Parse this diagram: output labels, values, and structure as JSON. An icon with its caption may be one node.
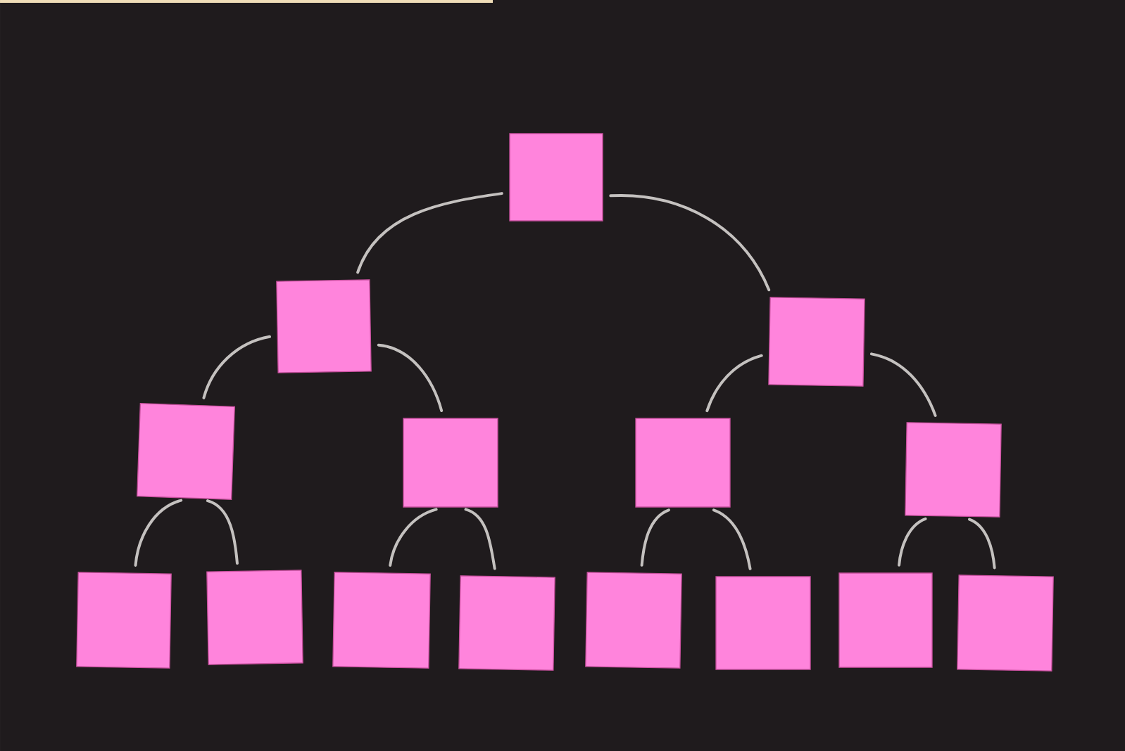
{
  "diagram": {
    "nodes": [
      {
        "text": [],
        "shape": "box"
      },
      {
        "text": [],
        "shape": "box"
      },
      {
        "text": [],
        "shape": "box"
      },
      {
        "text": [],
        "shape": "box"
      },
      {
        "text": [],
        "shape": "box"
      },
      {
        "text": [],
        "shape": "box"
      },
      {
        "text": [],
        "shape": "box"
      },
      {
        "text": [],
        "shape": "box"
      },
      {
        "text": [],
        "shape": "box"
      },
      {
        "text": [],
        "shape": "box"
      },
      {
        "text": [],
        "shape": "box"
      },
      {
        "text": [],
        "shape": "box"
      },
      {
        "text": [],
        "shape": "box"
      },
      {
        "text": [],
        "shape": "box"
      },
      {
        "text": [],
        "shape": "box"
      }
    ],
    "edges": [
      {
        "from": 0,
        "to": 1,
        "arrow": "none"
      },
      {
        "from": 0,
        "to": 2,
        "arrow": "none"
      },
      {
        "from": 1,
        "to": 3,
        "arrow": "none"
      },
      {
        "from": 1,
        "to": 4,
        "arrow": "none"
      },
      {
        "from": 2,
        "to": 5,
        "arrow": "none"
      },
      {
        "from": 2,
        "to": 6,
        "arrow": "none"
      },
      {
        "from": 3,
        "to": 7,
        "arrow": "none"
      },
      {
        "from": 3,
        "to": 8,
        "arrow": "none"
      },
      {
        "from": 4,
        "to": 9,
        "arrow": "none"
      },
      {
        "from": 4,
        "to": 10,
        "arrow": "none"
      },
      {
        "from": 5,
        "to": 11,
        "arrow": "none"
      },
      {
        "from": 5,
        "to": 12,
        "arrow": "none"
      },
      {
        "from": 6,
        "to": 13,
        "arrow": "none"
      },
      {
        "from": 6,
        "to": 14,
        "arrow": "none"
      }
    ]
  }
}
